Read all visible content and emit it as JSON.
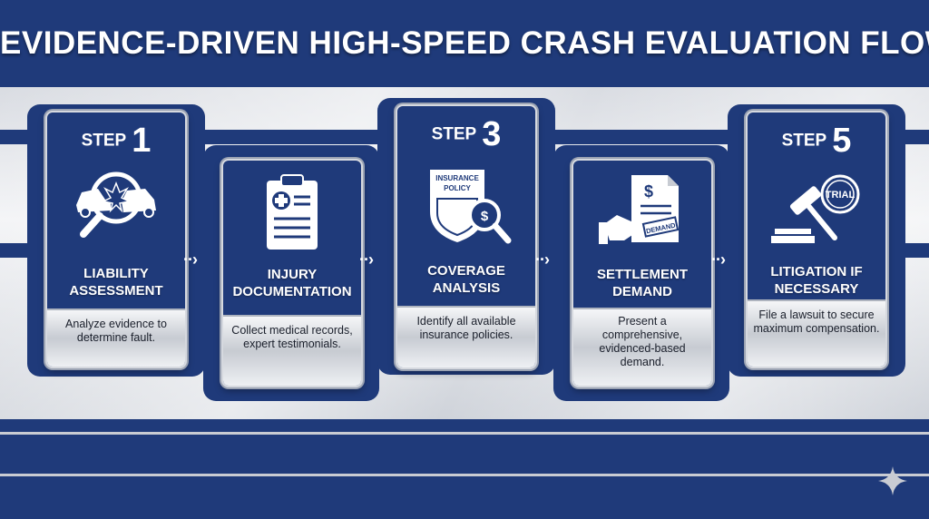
{
  "title": "EVIDENCE-DRIVEN HIGH-SPEED CRASH EVALUATION FLOW",
  "steps": [
    {
      "word": "STEP",
      "number": "1",
      "heading": "LIABILITY ASSESSMENT",
      "desc": "Analyze evidence to determine fault.",
      "icon": "car-crash-magnifier-icon"
    },
    {
      "word": "",
      "number": "",
      "heading": "INJURY DOCUMENTATION",
      "desc": "Collect medical records, expert testimonials.",
      "icon": "medical-clipboard-icon"
    },
    {
      "word": "STEP",
      "number": "3",
      "heading": "COVERAGE ANALYSIS",
      "desc": "Identify all available insurance policies.",
      "icon": "insurance-policy-icon",
      "policy_text": "INSURANCE POLICY"
    },
    {
      "word": "",
      "number": "",
      "heading": "SETTLEMENT DEMAND",
      "desc": "Present a comprehensive, evidenced-based demand.",
      "icon": "demand-document-icon",
      "stamp_text": "DEMAND"
    },
    {
      "word": "STEP",
      "number": "5",
      "heading": "LITIGATION IF NECESSARY",
      "desc": "File a lawsuit to secure maximum compensation.",
      "icon": "gavel-icon",
      "seal_text": "TRIAL"
    }
  ],
  "colors": {
    "navy": "#1f3a7a",
    "silver": "#d6d9df"
  }
}
